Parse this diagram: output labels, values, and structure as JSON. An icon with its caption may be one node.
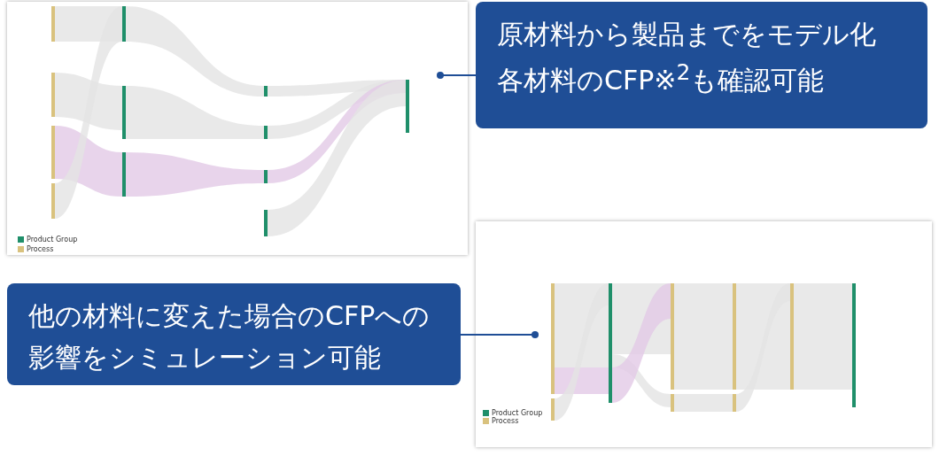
{
  "diagram": {
    "nodes": [
      {
        "text": [],
        "shape": "picture"
      },
      {
        "text": [
          "原材料から製品までをモデル化各材料のCFP※$^{2}$も確認可能"
        ]
      },
      {
        "text": [],
        "shape": "picture"
      },
      {
        "text": [
          "他の材料に変えた場合のCFPへの影響をシミュレーション可能"
        ]
      }
    ],
    "edges": [
      {
        "from": 1,
        "to": 0,
        "arrow": "other"
      },
      {
        "from": 3,
        "to": 2,
        "arrow": "other"
      }
    ],
    "legend": [
      {
        "text": "Product Group",
        "color": "#1f8f6a"
      },
      {
        "text": "Process",
        "color": "#d9c27e"
      },
      {
        "text": "Product Group",
        "color": "#1f8f6a"
      },
      {
        "text": "Process",
        "color": "#d9c27e"
      }
    ]
  }
}
